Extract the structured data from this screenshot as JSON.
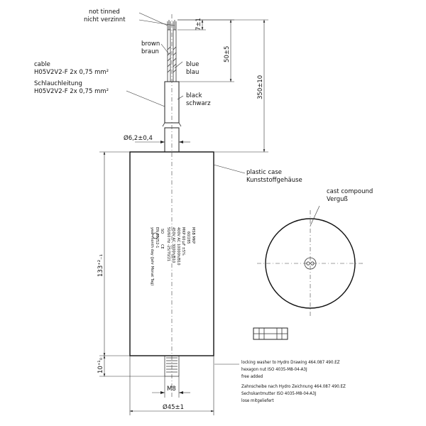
{
  "wire_tip": {
    "en": "not tinned",
    "de": "nicht verzinnt"
  },
  "wires": {
    "brown": {
      "en": "brown",
      "de": "braun"
    },
    "blue": {
      "en": "blue",
      "de": "blau"
    },
    "black": {
      "en": "black",
      "de": "schwarz"
    }
  },
  "cable": {
    "en_title": "cable",
    "en_spec": "H05V2V2-F 2x 0,75 mm²",
    "de_title": "Schlauchleitung",
    "de_spec": "H05V2V2-F 2x 0,75 mm²"
  },
  "case": {
    "en": "plastic case",
    "de": "Kunststoffgehäuse"
  },
  "compound": {
    "en": "cast compound",
    "de": "Verguß"
  },
  "dimensions": {
    "strip": "7±1",
    "jacket": "50±5",
    "lead_length": "350±10",
    "cable_diameter": "Ø6,2±0,4",
    "body_height": "133⁺²₋₁",
    "stud_height": "10⁺¹₀",
    "thread": "M8",
    "body_diameter": "Ø45±1"
  },
  "label_text": {
    "brand": "MSB  MKP",
    "model": "60/285",
    "line1": "MKP  60 µF ±5%",
    "line2": "400V AC  10000h/B10",
    "line3": "450V AC  3000h/B10",
    "line4": "50/60 Hz  -25/70/21",
    "so": "SO",
    "ce": "CE",
    "norm": "EN 60252-1",
    "date": "year month day (Jahr Monat Tag)"
  },
  "notes": {
    "en_1": "locking washer to Hydro Drawing 464.087 490.EZ",
    "en_2": "hexagon nut ISO 4035-M8-04-A3J",
    "en_3": "free added",
    "de_1": "Zahnscheibe nach Hydro Zeichnung 464.087 490.EZ",
    "de_2": "Sechskantmutter ISO 4035-M8-04-A3J",
    "de_3": "lose mitgeliefert"
  }
}
